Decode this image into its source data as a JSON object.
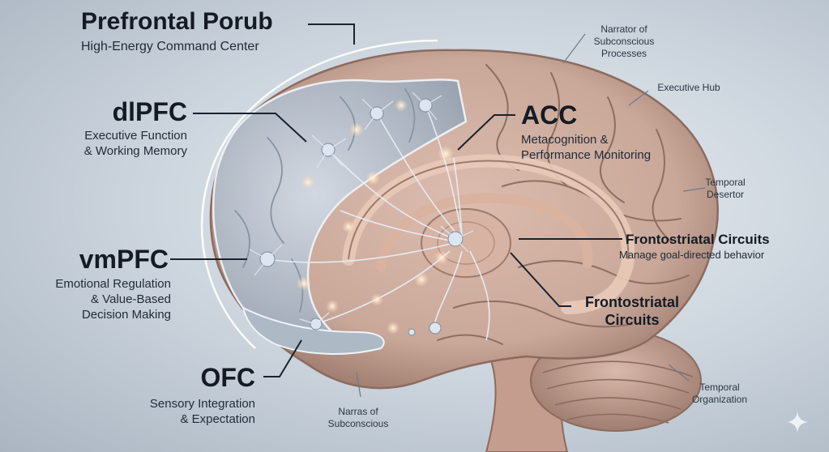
{
  "labels": {
    "prefrontal": {
      "title": "Prefrontal Porub",
      "subtitle": "High-Energy Command Center"
    },
    "dlpfc": {
      "title": "dlPFC",
      "line1": "Executive Function",
      "line2": "& Working Memory"
    },
    "vmpfc": {
      "title": "vmPFC",
      "line1": "Emotional Regulation",
      "line2": "& Value-Based",
      "line3": "Decision Making"
    },
    "ofc": {
      "title": "OFC",
      "line1": "Sensory Integration",
      "line2": "& Expectation"
    },
    "acc": {
      "title": "ACC",
      "line1": "Metacognition &",
      "line2": "Performance Monitoring"
    },
    "frontostriatal_a": {
      "title": "Frontostriatal Circuits",
      "subtitle": "Manage goal-directed behavior"
    },
    "frontostriatal_b": {
      "line1": "Frontostriatal",
      "line2": "Circuits"
    },
    "narrator_top": {
      "line1": "Narrator of",
      "line2": "Subconscious",
      "line3": "Processes"
    },
    "executive_hub": {
      "text": "Executive Hub"
    },
    "temporal_desertor": {
      "line1": "Temporal",
      "line2": "Desertor"
    },
    "temporal_org": {
      "line1": "Temporal",
      "line2": "Organization"
    },
    "narrator_bottom": {
      "line1": "Narraѕ of",
      "line2": "Subconscious"
    }
  },
  "colors": {
    "brain": "#c9a89a",
    "brain_shadow": "#9c7a6d",
    "pfc": "#b9c3d0",
    "neuron": "#dde6f0",
    "glow": "#ffd9b0",
    "arc": "#ffffff"
  },
  "icons": {
    "corner": "sparkle-icon"
  }
}
